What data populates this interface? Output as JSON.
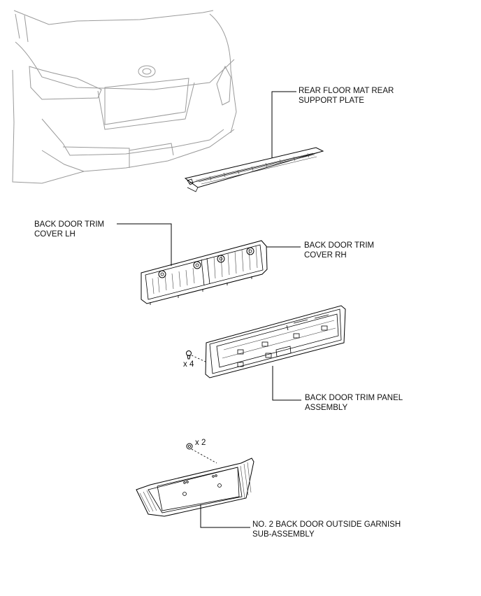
{
  "labels": {
    "rear_floor_mat": [
      "REAR FLOOR MAT REAR",
      "SUPPORT PLATE"
    ],
    "trim_cover_lh": [
      "BACK DOOR TRIM",
      "COVER LH"
    ],
    "trim_cover_rh": [
      "BACK DOOR TRIM",
      "COVER RH"
    ],
    "trim_panel": [
      "BACK DOOR TRIM PANEL",
      "ASSEMBLY"
    ],
    "garnish": [
      "NO. 2 BACK DOOR OUTSIDE GARNISH",
      "SUB-ASSEMBLY"
    ]
  },
  "quantities": {
    "trim_panel_clips": "x 4",
    "garnish_nuts": "x 2"
  },
  "colors": {
    "line": "#000000",
    "vehicle_outline": "#9a9a9a",
    "background": "#ffffff"
  }
}
